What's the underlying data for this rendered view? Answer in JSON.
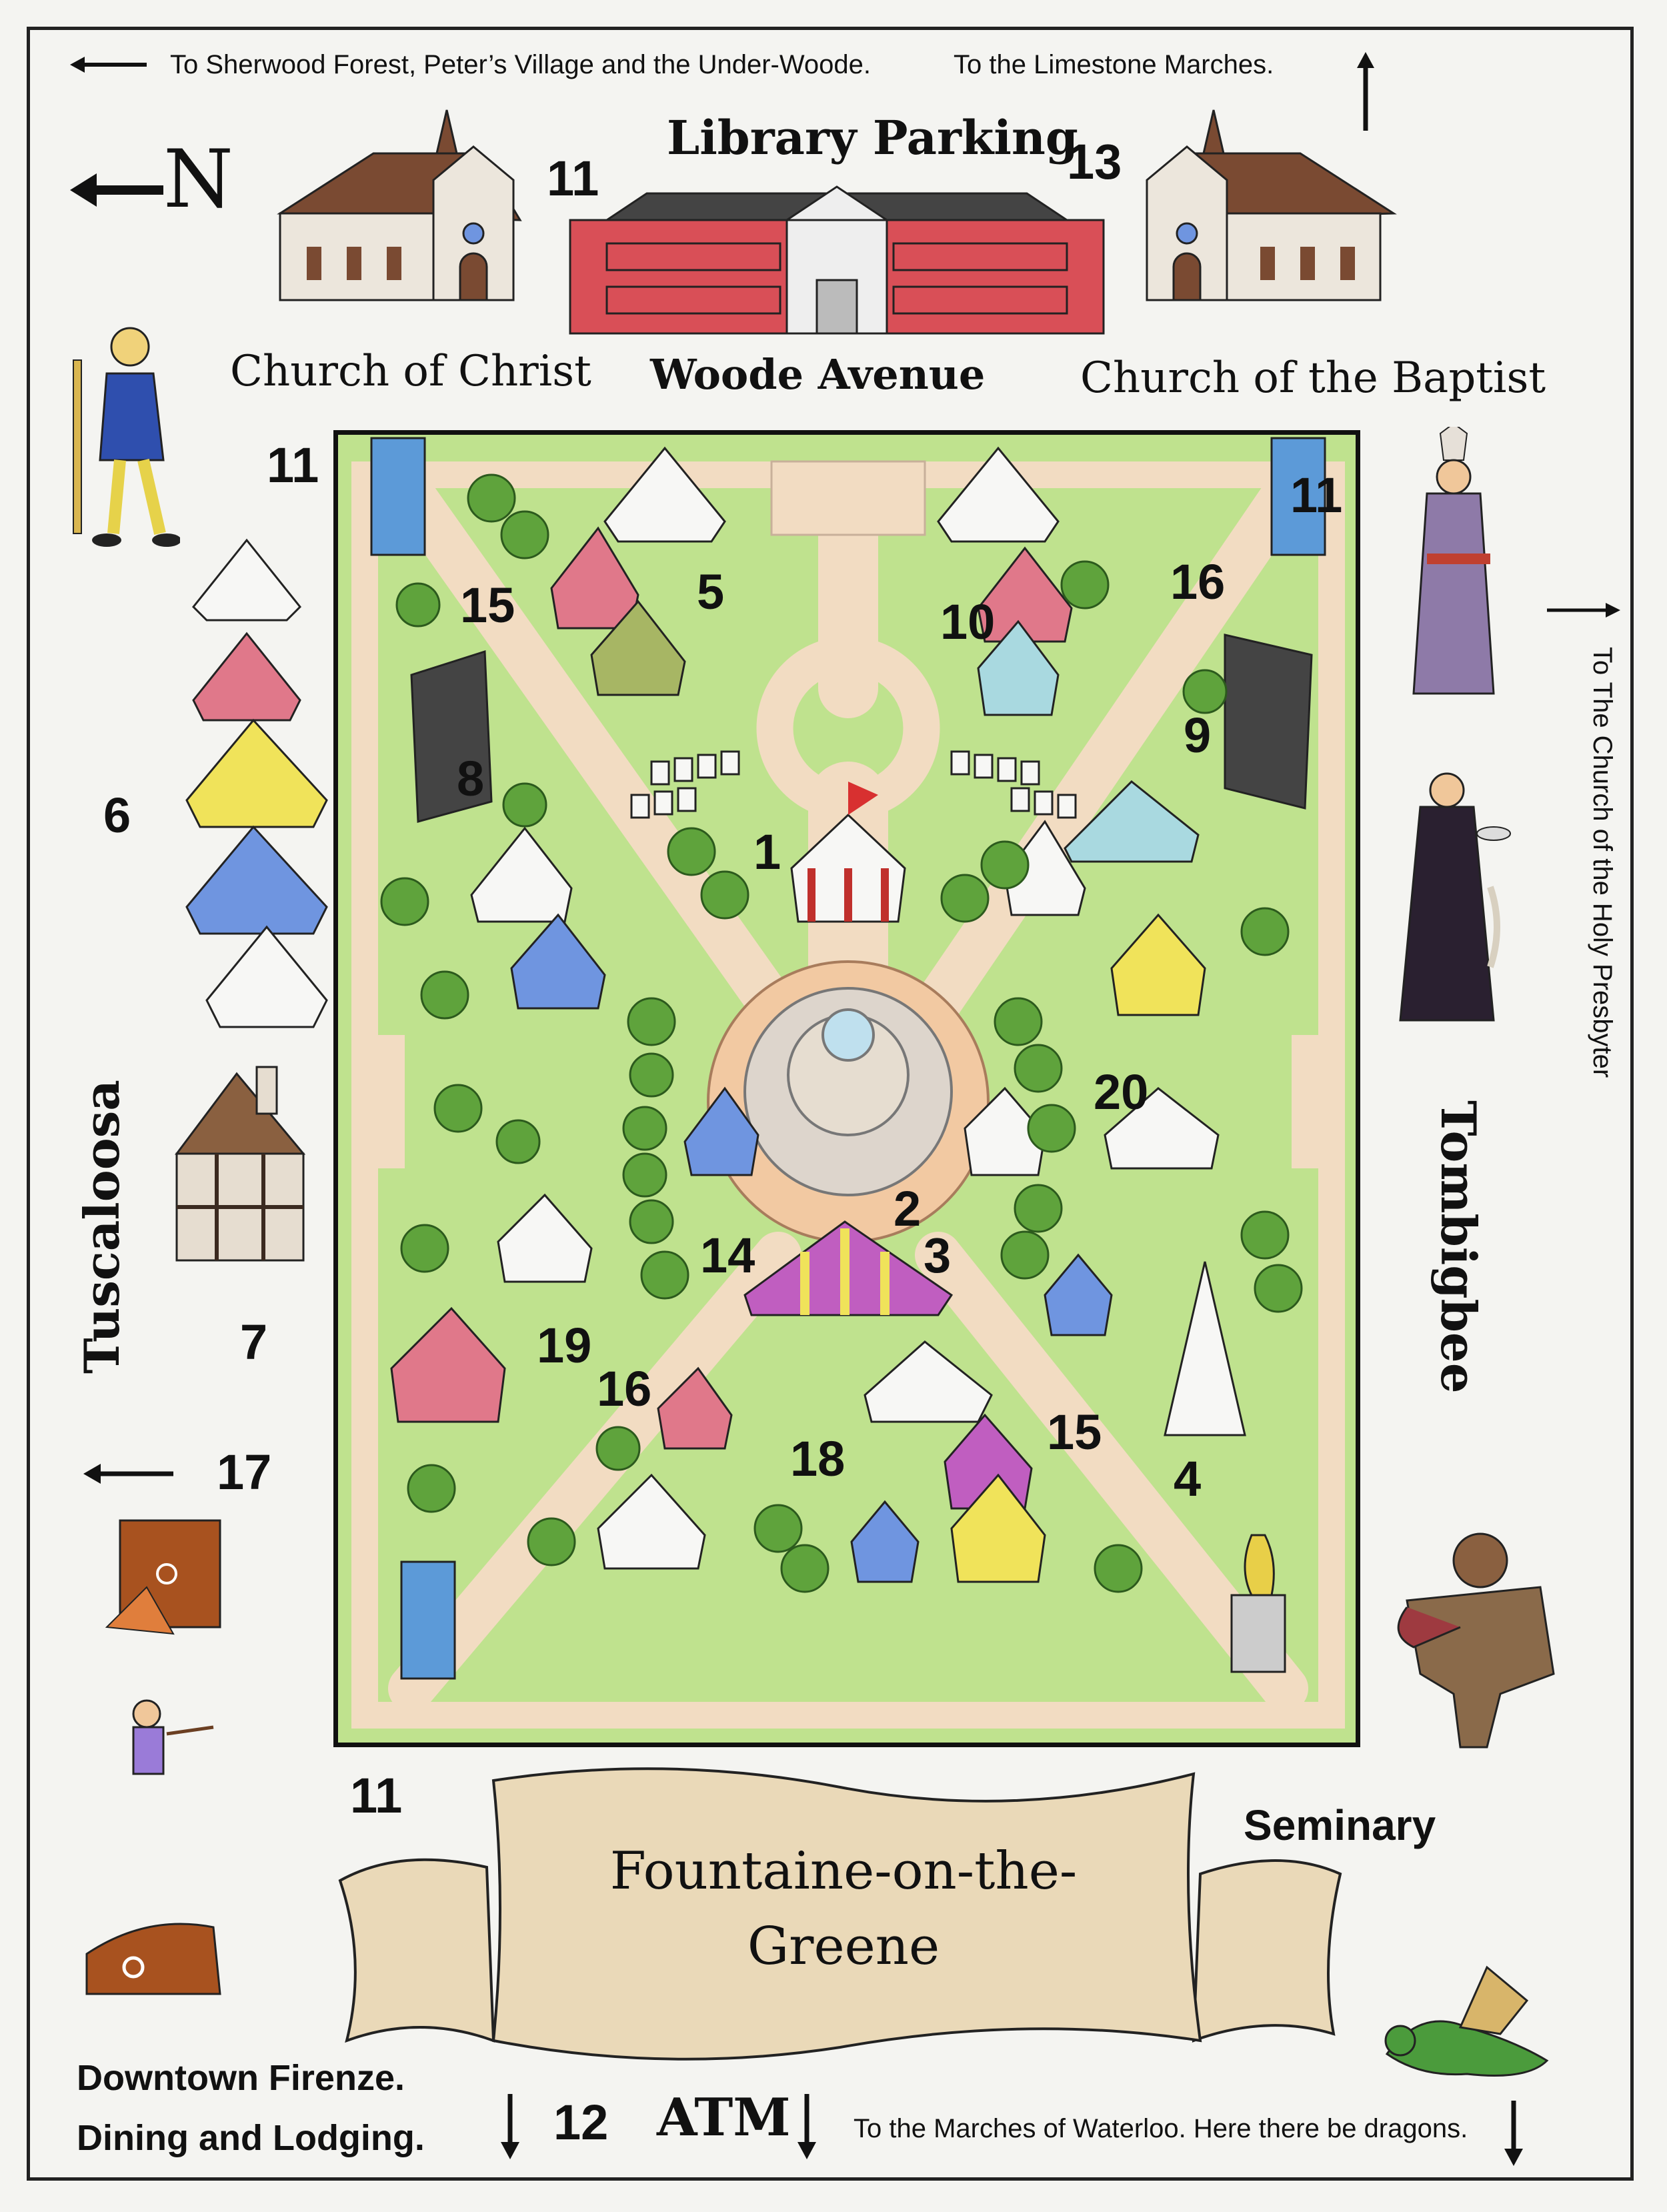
{
  "map": {
    "title": "Fountaine-on-the-Greene",
    "compass_letter": "N",
    "top_note_left": "To Sherwood Forest, Peter’s Village and the Under-Woode.",
    "top_note_right": "To the Limestone Marches.",
    "right_note": "To The Church of the Holy Presbyter",
    "bottom_note": "To the Marches of Waterloo. Here there be dragons.",
    "street_top": "Woode Avenue",
    "street_left": "Tuscaloosa",
    "street_right": "Tombigbee",
    "library_parking": "Library Parking",
    "church_left": "Church of Christ",
    "church_right": "Church of the Baptist",
    "seminary": "Seminary",
    "downtown_line1": "Downtown Firenze.",
    "downtown_line2": "Dining and Lodging.",
    "atm": "ATM",
    "numbers": {
      "n11a": "11",
      "n13": "13",
      "n11b": "11",
      "n11c": "11",
      "n11d": "11",
      "n5": "5",
      "n10": "10",
      "n15a": "15",
      "n16a": "16",
      "n9": "9",
      "n8": "8",
      "n1": "1",
      "n6": "6",
      "n20": "20",
      "n2": "2",
      "n3": "3",
      "n14": "14",
      "n7": "7",
      "n19": "19",
      "n16b": "16",
      "n15b": "15",
      "n18": "18",
      "n4": "4",
      "n17": "17",
      "n12": "12"
    }
  },
  "colors": {
    "grass": "#bfe28e",
    "path": "#f2dcc2",
    "tree": "#5fa33c",
    "red_tent": "#e0788a",
    "yellow_tent": "#f0e35a",
    "blue_tent": "#6f95e0",
    "teal_tent": "#a9d9e0",
    "brick": "#d94f57",
    "roof": "#7a4a32",
    "parchment": "#ead9b8"
  }
}
